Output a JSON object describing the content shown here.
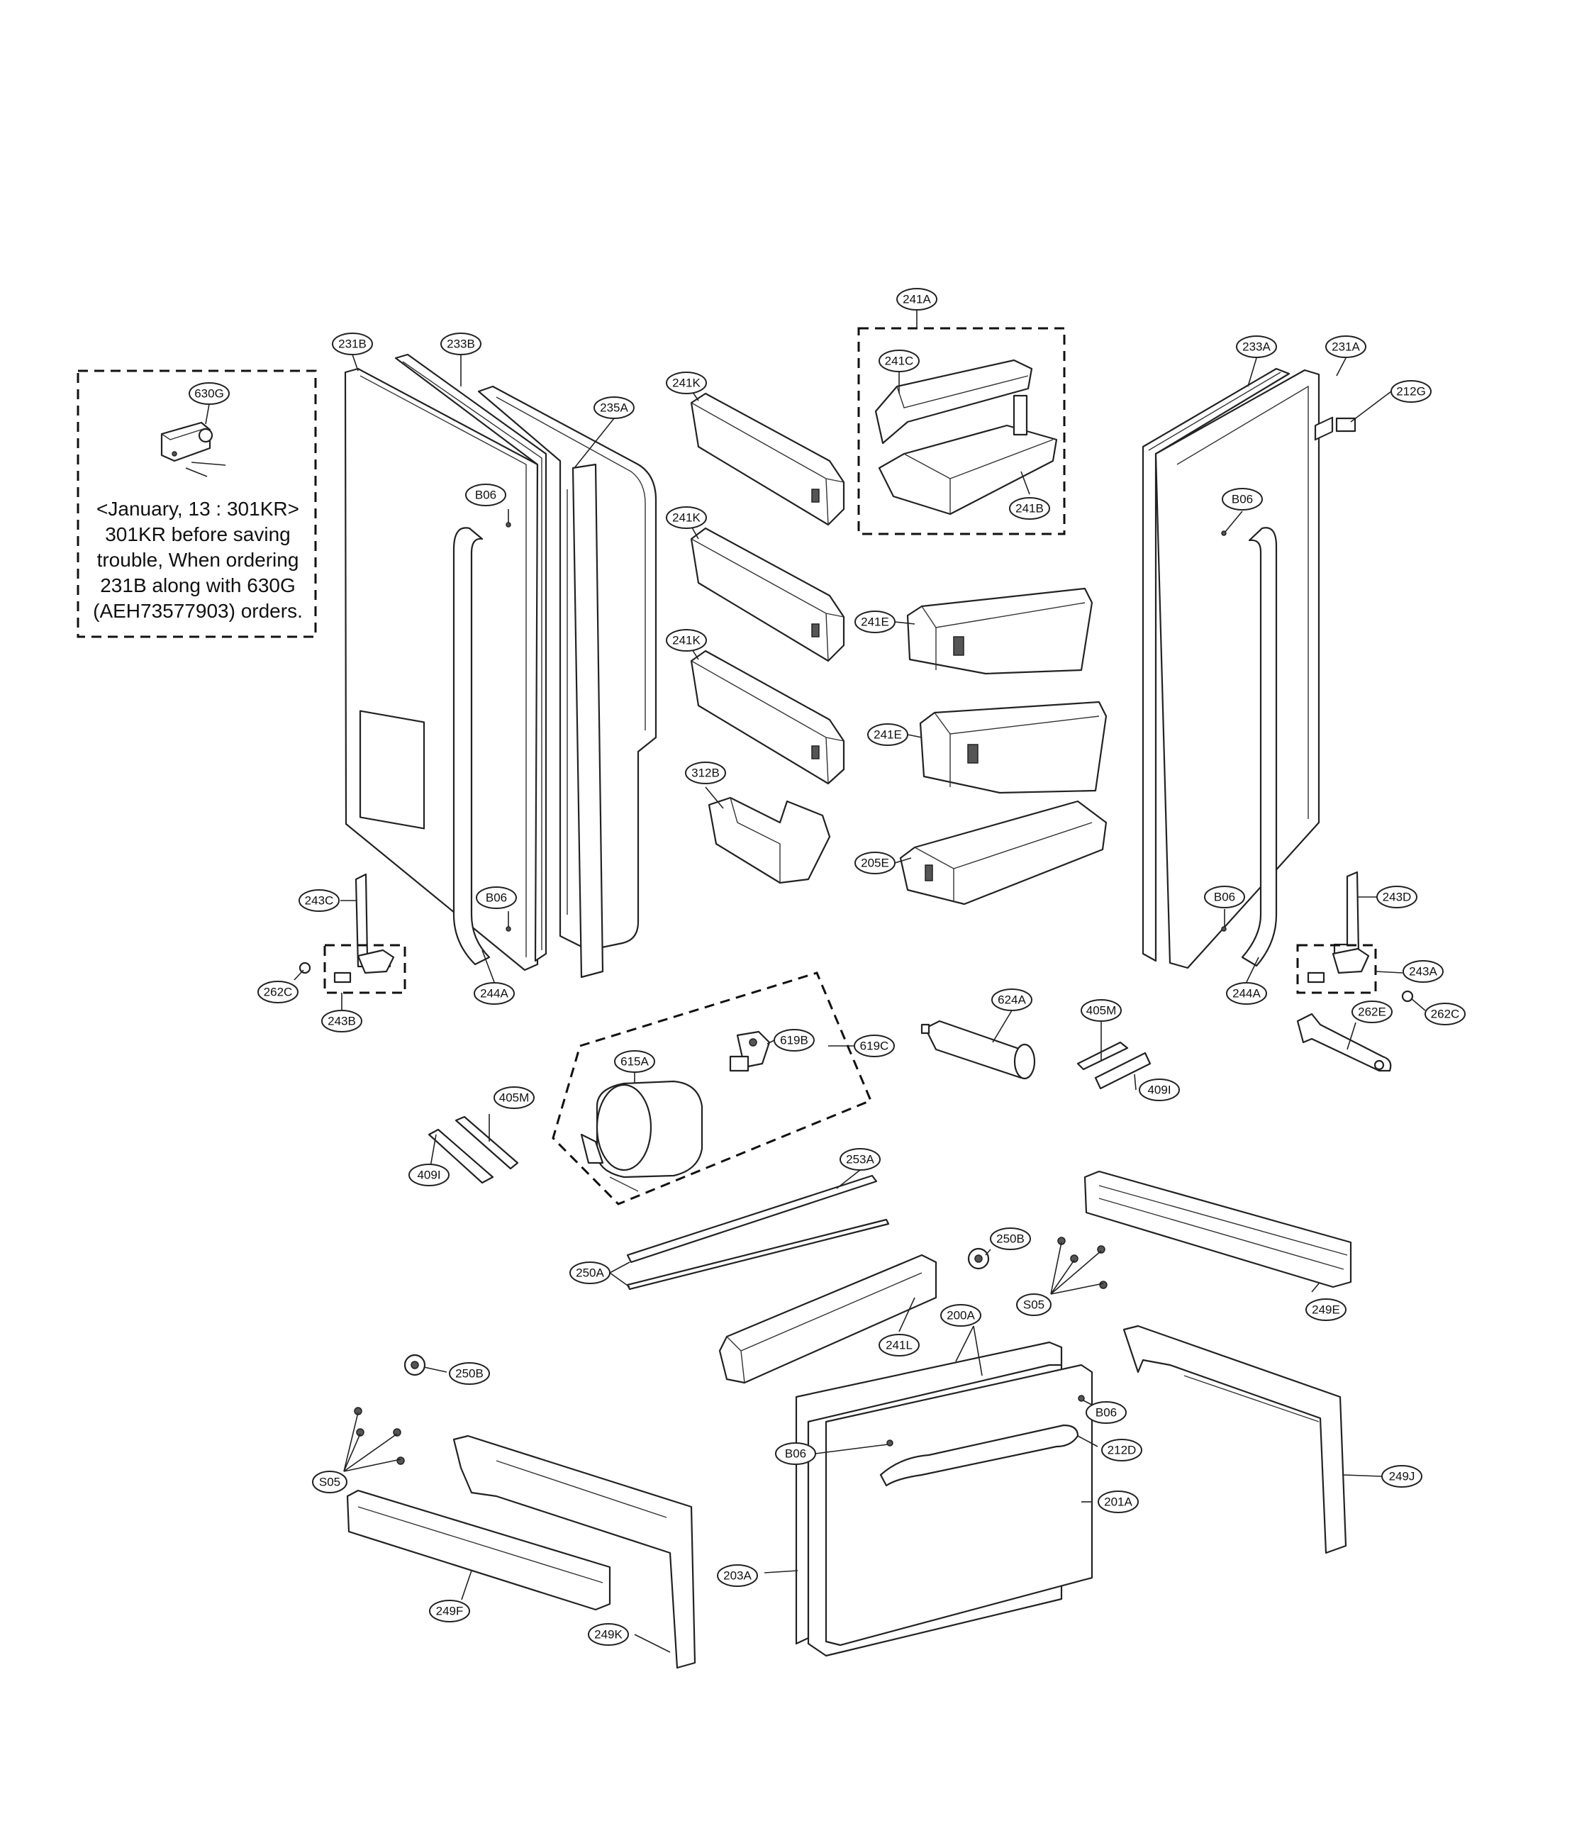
{
  "note": {
    "line1": "<January, 13 : 301KR>",
    "line2": "301KR before saving",
    "line3": "trouble, When ordering",
    "line4": "231B along with 630G",
    "line5": "(AEH73577903) orders."
  },
  "part_labels": {
    "p630G": "630G",
    "p231B": "231B",
    "p233B": "233B",
    "p235A": "235A",
    "p241K_1": "241K",
    "p241K_2": "241K",
    "p241K_3": "241K",
    "p241A": "241A",
    "p241C": "241C",
    "p241B": "241B",
    "p241E_1": "241E",
    "p241E_2": "241E",
    "p312B": "312B",
    "p205E": "205E",
    "p233A": "233A",
    "p231A": "231A",
    "p212G": "212G",
    "pB06_1": "B06",
    "pB06_2": "B06",
    "pB06_3": "B06",
    "pB06_4": "B06",
    "pB06_5": "B06",
    "pB06_6": "B06",
    "p243C": "243C",
    "p262C_1": "262C",
    "p243B": "243B",
    "p244A_1": "244A",
    "p243D": "243D",
    "p243A": "243A",
    "p262C_2": "262C",
    "p244A_2": "244A",
    "p262E": "262E",
    "p615A": "615A",
    "p619B": "619B",
    "p619C": "619C",
    "p624A": "624A",
    "p405M_1": "405M",
    "p409I_1": "409I",
    "p405M_2": "405M",
    "p409I_2": "409I",
    "p253A": "253A",
    "p250A": "250A",
    "p250B_1": "250B",
    "p250B_2": "250B",
    "pS05_1": "S05",
    "pS05_2": "S05",
    "p249E": "249E",
    "p241L": "241L",
    "p200A": "200A",
    "p212D": "212D",
    "p201A": "201A",
    "p203A": "203A",
    "p249J": "249J",
    "p249F": "249F",
    "p249K": "249K"
  }
}
